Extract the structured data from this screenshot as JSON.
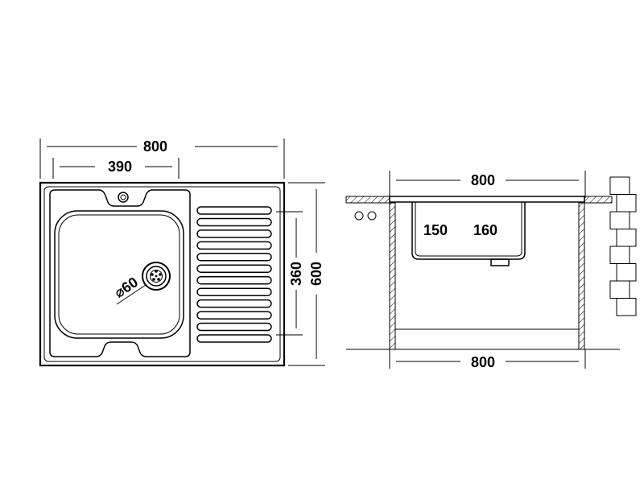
{
  "colors": {
    "line": "#000000",
    "background": "#ffffff",
    "hatch": "#000000"
  },
  "top_view": {
    "overall_width": "800",
    "bowl_width": "390",
    "bowl_depth": "360",
    "overall_depth": "600",
    "drain_diameter": "⌀60",
    "drainboard_rib_count": 12
  },
  "side_view": {
    "top_width": "800",
    "bottom_width": "800",
    "bowl_depth": "150",
    "drainboard_depth": "160"
  }
}
